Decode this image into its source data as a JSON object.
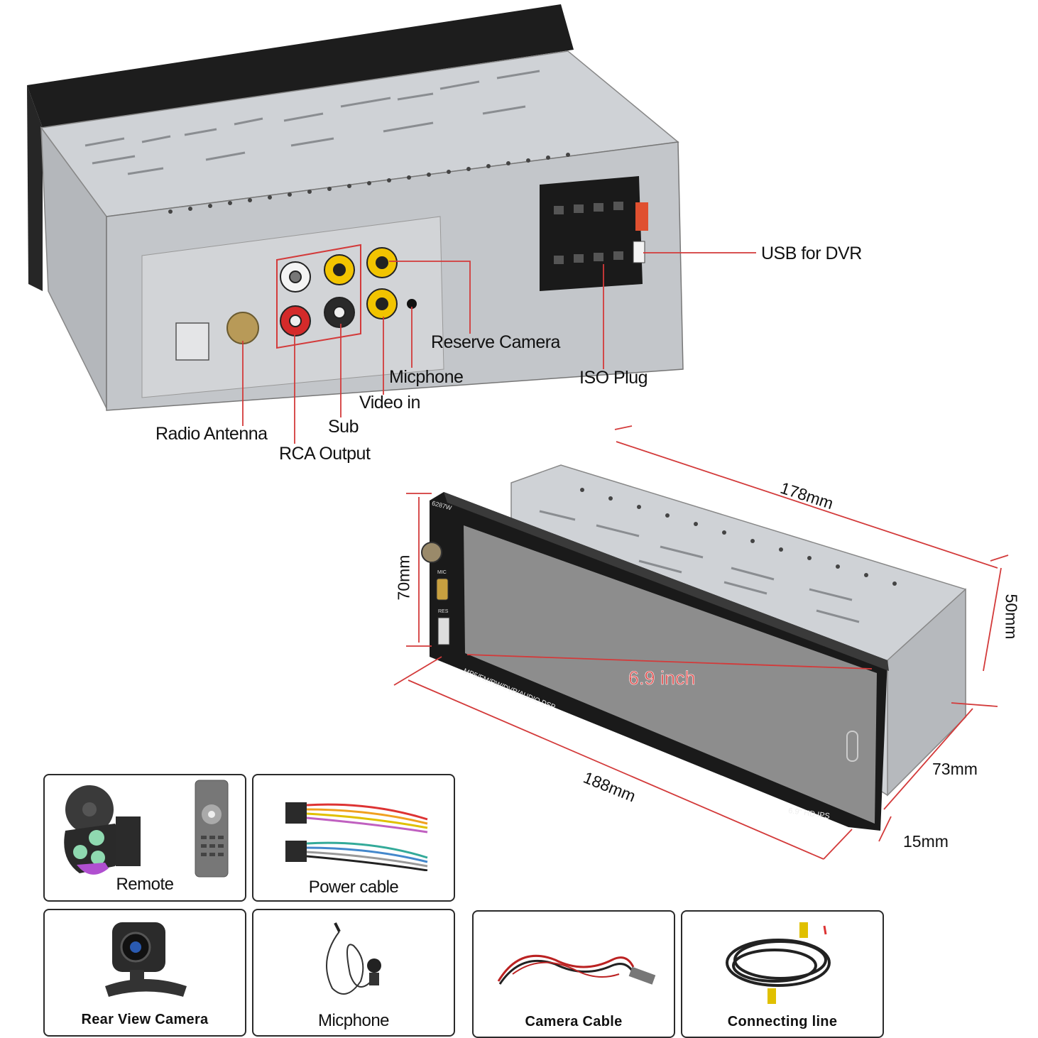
{
  "callouts": {
    "usb_dvr": "USB for DVR",
    "reserve_camera": "Reserve Camera",
    "iso_plug": "ISO Plug",
    "micphone": "Micphone",
    "video_in": "Video in",
    "sub": "Sub",
    "radio_antenna": "Radio Antenna",
    "rca_output": "RCA Output"
  },
  "dimensions": {
    "length": "178mm",
    "height": "70mm",
    "depth": "50mm",
    "width": "188mm",
    "width2": "73mm",
    "face_depth": "15mm",
    "screen": "6.9 inch"
  },
  "device": {
    "model": "6287W",
    "features": "MP5/FM/RW/DVR/AUDIO DSP",
    "screen_badge": "6.9\" HD IPS",
    "port_mic": "MIC",
    "port_res": "RES"
  },
  "accessories": [
    {
      "label": "Remote"
    },
    {
      "label": "Power cable"
    },
    {
      "label": "Rear View Camera"
    },
    {
      "label": "Micphone"
    },
    {
      "label": "Camera Cable"
    },
    {
      "label": "Connecting line"
    }
  ],
  "colors": {
    "callout_line": "#d33a3a",
    "metal": "#c9ccd0",
    "screen": "#8c8c8c",
    "rca_red": "#d42a2a",
    "rca_yellow": "#f2c400",
    "dim_text": "#e04a4a"
  }
}
